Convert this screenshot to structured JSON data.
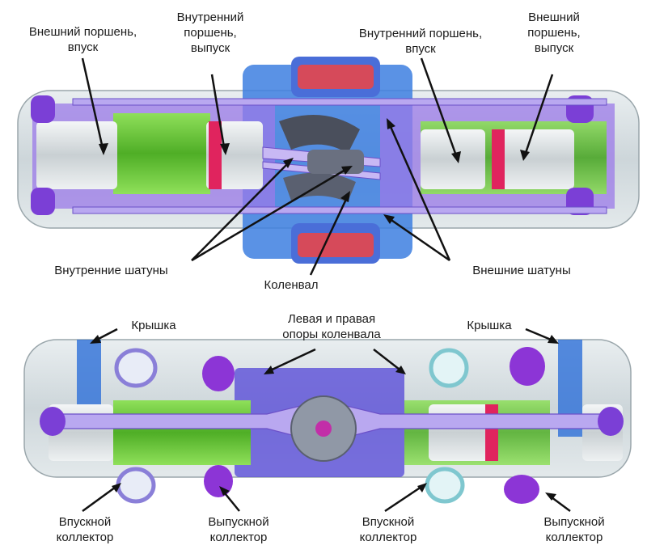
{
  "top_diagram": {
    "labels": {
      "outer_piston_intake": [
        "Внешний поршень,",
        "впуск"
      ],
      "inner_piston_exhaust": [
        "Внутренний",
        "поршень,",
        "выпуск"
      ],
      "inner_piston_intake": [
        "Внутренний поршень,",
        "впуск"
      ],
      "outer_piston_exhaust": [
        "Внешний",
        "поршень,",
        "выпуск"
      ],
      "inner_conrods": "Внутренние шатуны",
      "crankshaft": "Коленвал",
      "outer_conrods": "Внешние шатуны"
    }
  },
  "bottom_diagram": {
    "labels": {
      "cover_left": "Крышка",
      "crank_bearings": [
        "Левая и правая",
        "опоры коленвала"
      ],
      "cover_right": "Крышка",
      "intake_manifold_left": [
        "Впускной",
        "коллектор"
      ],
      "exhaust_manifold_left": [
        "Выпускной",
        "коллектор"
      ],
      "intake_manifold_right": [
        "Впускной",
        "коллектор"
      ],
      "exhaust_manifold_right": [
        "Выпускной",
        "коллектор"
      ]
    }
  },
  "colors": {
    "silver": "#cfd8dc",
    "purple": "#7b3fd6",
    "lavender": "#b9a8f0",
    "green": "#6cc93a",
    "blue": "#2d6fd8",
    "red": "#e0245e",
    "dark_gray": "#4a4f5c"
  }
}
